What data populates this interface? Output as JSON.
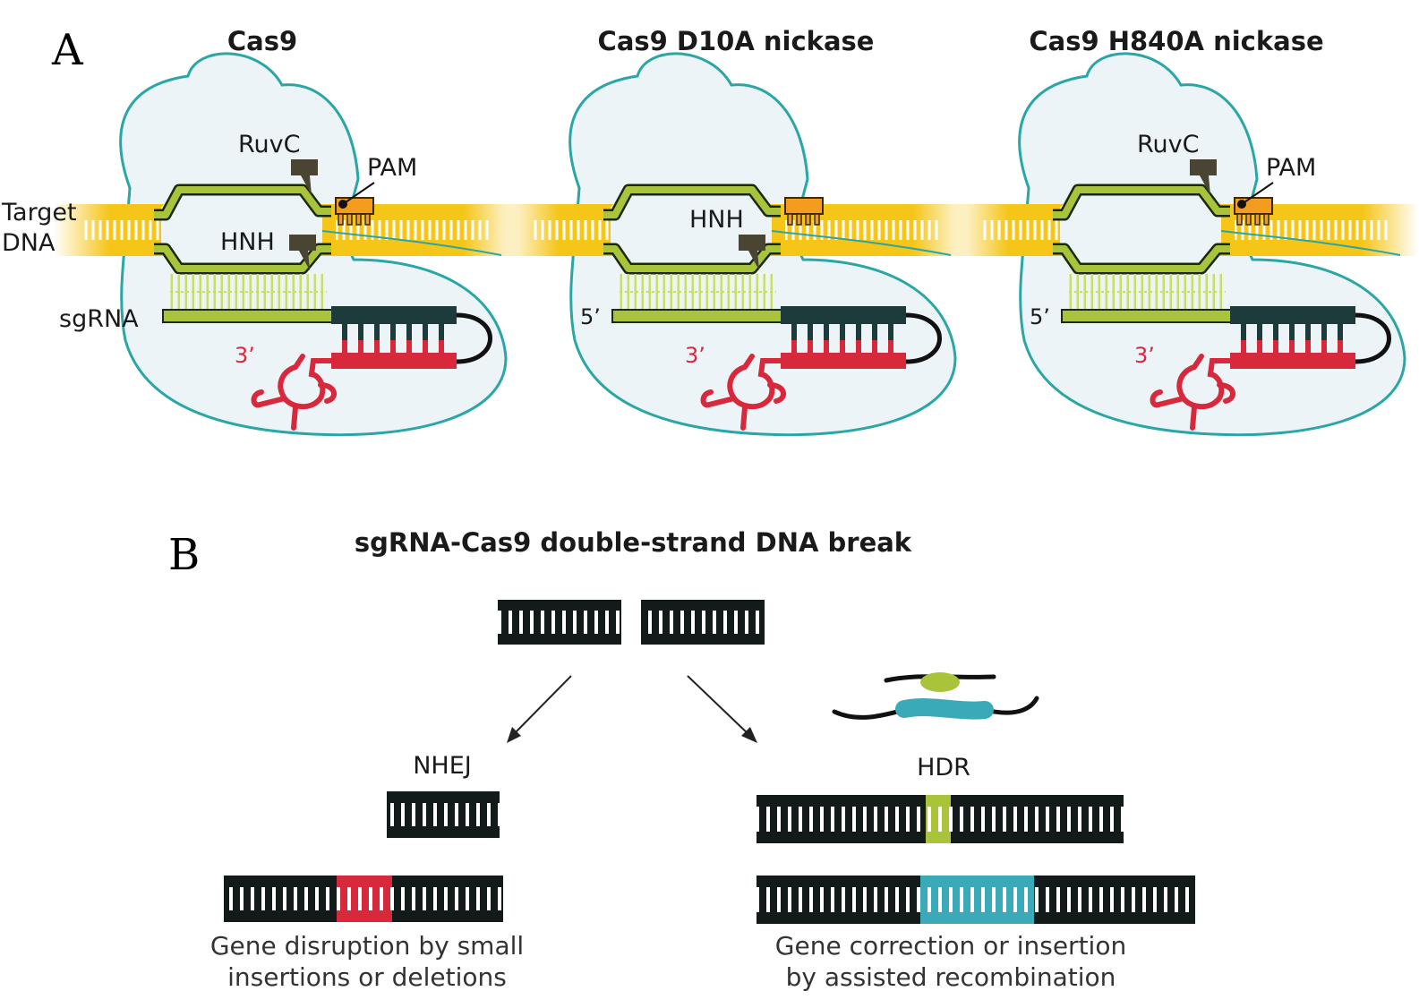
{
  "panel_a": {
    "letter": "A",
    "titles": [
      "Cas9",
      "Cas9 D10A nickase",
      "Cas9 H840A nickase"
    ],
    "target_dna_label_line1": "Target",
    "target_dna_label_line2": "DNA",
    "sgrna_label": "sgRNA",
    "ruvc_label": "RuvC",
    "hnh_label": "HNH",
    "pam_label": "PAM",
    "five_prime": "5’",
    "three_prime": "3’"
  },
  "panel_b": {
    "letter": "B",
    "title": "sgRNA-Cas9 double-strand DNA break",
    "nhej_label": "NHEJ",
    "hdr_label": "HDR",
    "nhej_caption_line1": "Gene disruption by small",
    "nhej_caption_line2": "insertions or deletions",
    "hdr_caption_line1": "Gene correction or insertion",
    "hdr_caption_line2": "by assisted recombination"
  },
  "colors": {
    "protein_outline": "#2aa6a6",
    "protein_fill": "#edf4f8",
    "dna_yellow": "#f5c518",
    "sgrna_green": "#a9c43a",
    "pam_orange": "#f39c1f",
    "rna_red": "#d8283c",
    "dark_teal": "#1d3b3b",
    "nuclease_dark": "#4a4533",
    "insert_teal": "#3aa9b8",
    "insert_green": "#a9c43a",
    "indel_red": "#d8283c"
  }
}
